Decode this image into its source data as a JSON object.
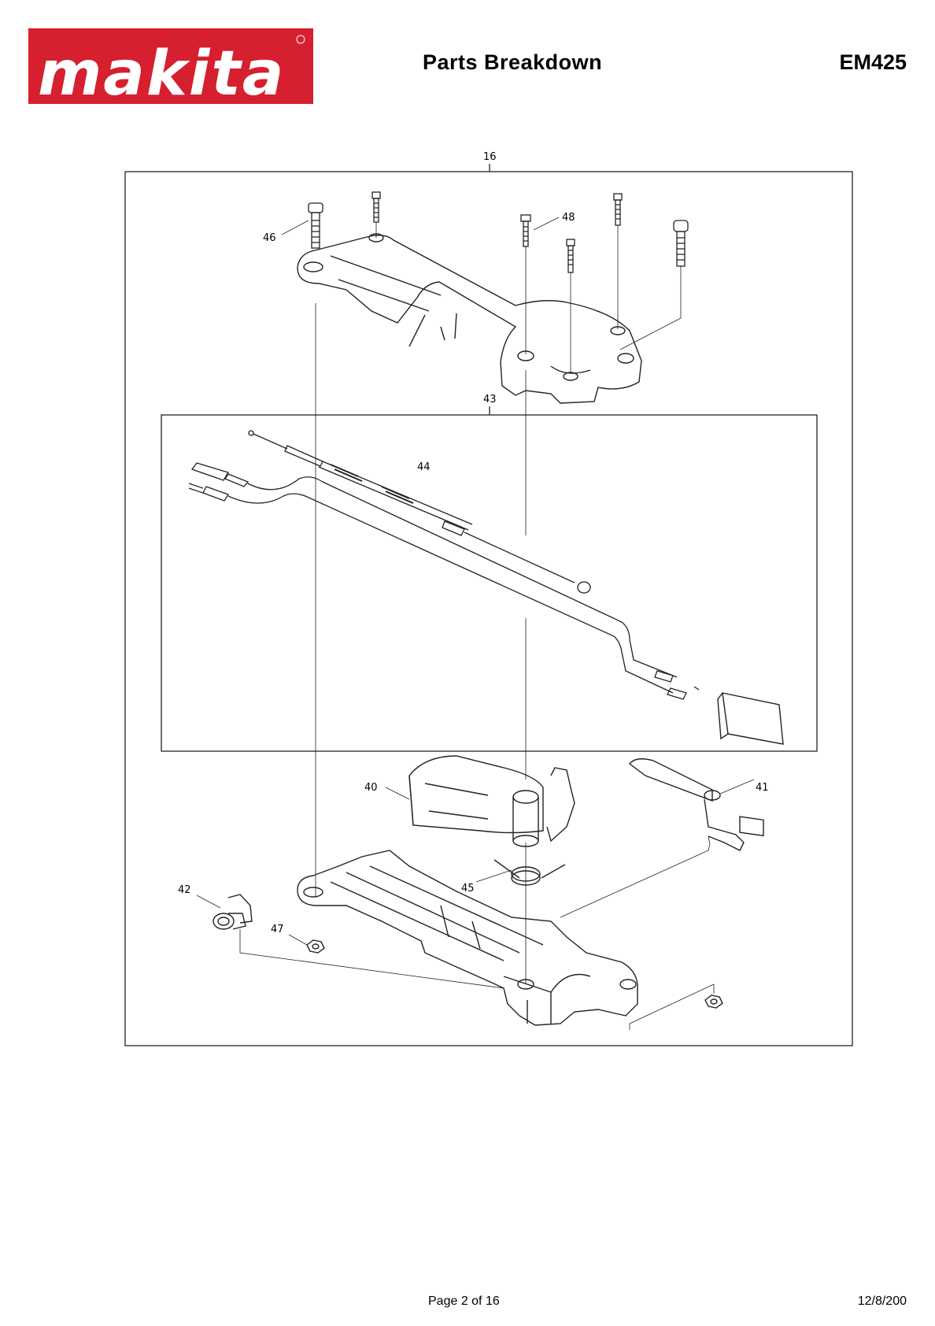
{
  "header": {
    "brand": "makita",
    "title": "Parts Breakdown",
    "model": "EM425"
  },
  "diagram": {
    "callouts": {
      "c16": "16",
      "c43": "43",
      "c44": "44",
      "c46": "46",
      "c48": "48",
      "c40": "40",
      "c41": "41",
      "c42": "42",
      "c45": "45",
      "c47": "47"
    }
  },
  "footer": {
    "page": "Page 2 of 16",
    "date": "12/8/200"
  },
  "colors": {
    "brand_red": "#d6202f",
    "line": "#222222"
  }
}
